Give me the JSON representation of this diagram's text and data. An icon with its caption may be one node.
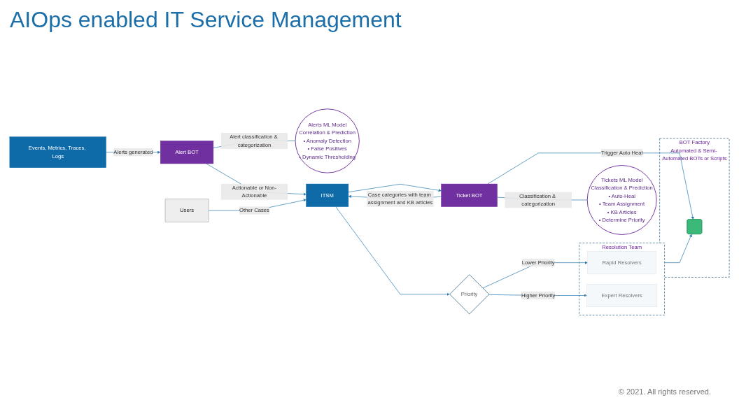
{
  "diagram": {
    "title": "AIOps enabled IT Service Management",
    "nodes": [
      {
        "text": [
          "Events, Metrics, Traces, Logs"
        ]
      },
      {
        "text": [
          "Alert BOT"
        ]
      },
      {
        "text": [
          "Alerts ML Model",
          "Correlation & Prediction",
          "• Anomaly Detection",
          "• False Positives",
          "• Dynamic Thresholding"
        ]
      },
      {
        "text": [
          "Users"
        ]
      },
      {
        "text": [
          "ITSM"
        ]
      },
      {
        "text": [
          "Priority"
        ]
      },
      {
        "text": [
          "Resolution Team"
        ]
      },
      {
        "text": [
          "Rapid Resolvers"
        ],
        "in": 6
      },
      {
        "text": [
          "Expert Resolvers"
        ],
        "in": 6
      },
      {
        "text": [
          "Ticket BOT"
        ]
      },
      {
        "text": [
          "Tickets ML Model",
          "Classification & Prediction",
          "• Auto-Heal",
          "• Team Assignment",
          "• KB Articles",
          "• Determine Priority"
        ]
      },
      {
        "text": [
          "BOT Factory",
          "Automated & Semi- Automated BOTs or Scripts"
        ]
      },
      {
        "text": [],
        "shape": "box",
        "in": 11
      }
    ],
    "edges": [
      {
        "from": 0,
        "to": 1,
        "arrow": "to",
        "label": "Alerts generated"
      },
      {
        "from": 1,
        "to": 2,
        "arrow": "none",
        "label": "Alert classification & categorization"
      },
      {
        "from": 1,
        "to": 4,
        "arrow": "to",
        "label": "Actionable or Non-Actionable"
      },
      {
        "from": 3,
        "to": 4,
        "arrow": "to",
        "label": "Other Cases"
      },
      {
        "from": 4,
        "to": 5,
        "arrow": "to"
      },
      {
        "from": 5,
        "to": 7,
        "arrow": "to",
        "label": "Lower Priority"
      },
      {
        "from": 5,
        "to": 8,
        "arrow": "to",
        "label": "Higher Priority"
      },
      {
        "from": 4,
        "to": 9,
        "arrow": "to"
      },
      {
        "from": 9,
        "to": 4,
        "arrow": "to",
        "label": "Case categories with team assignment and KB articles"
      },
      {
        "from": 9,
        "to": 12,
        "arrow": "to",
        "label": "Trigger Auto Heal"
      },
      {
        "from": 9,
        "to": 10,
        "arrow": "none",
        "label": "Classification & categorization"
      },
      {
        "from": 6,
        "to": 12,
        "arrow": "to"
      }
    ],
    "labels": [
      "© 2021. All rights reserved."
    ]
  }
}
